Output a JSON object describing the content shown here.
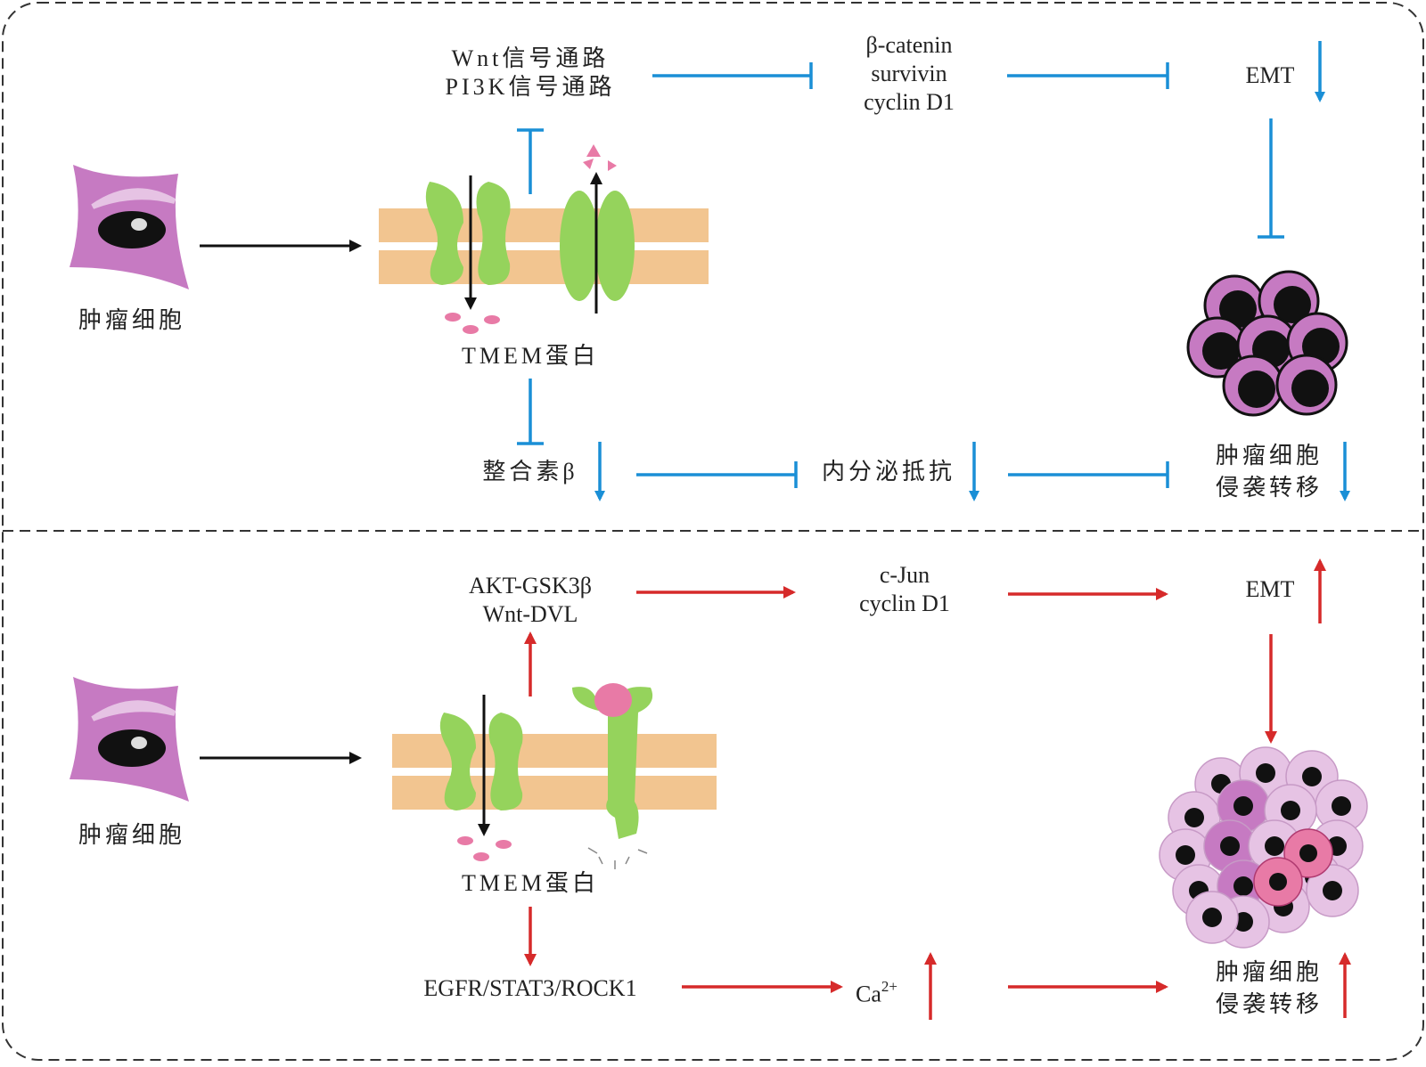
{
  "colors": {
    "inhibit": "#1a8fd6",
    "promote": "#d62a2a",
    "neutral": "#111111",
    "membrane": "#f2c590",
    "protein": "#95d35c",
    "cell": "#c67ac2",
    "cell_light": "#e6c3e4",
    "pink_mark": "#e87aa6"
  },
  "top_panel": {
    "tumor_cell_label": "肿瘤细胞",
    "pathways": [
      "Wnt信号通路",
      "PI3K信号通路"
    ],
    "targets": [
      "β-catenin",
      "survivin",
      "cyclin D1"
    ],
    "emt_label": "EMT",
    "tmem_label": "TMEM蛋白",
    "integrin_label": "整合素β",
    "endocrine_label": "内分泌抵抗",
    "outcome_label": [
      "肿瘤细胞",
      "侵袭转移"
    ]
  },
  "bottom_panel": {
    "tumor_cell_label": "肿瘤细胞",
    "pathways": [
      "AKT-GSK3β",
      "Wnt-DVL"
    ],
    "targets": [
      "c-Jun",
      "cyclin D1"
    ],
    "emt_label": "EMT",
    "tmem_label": "TMEM蛋白",
    "egfr_label": "EGFR/STAT3/ROCK1",
    "calcium_base": "Ca",
    "calcium_sup": "2+",
    "outcome_label": [
      "肿瘤细胞",
      "侵袭转移"
    ]
  }
}
